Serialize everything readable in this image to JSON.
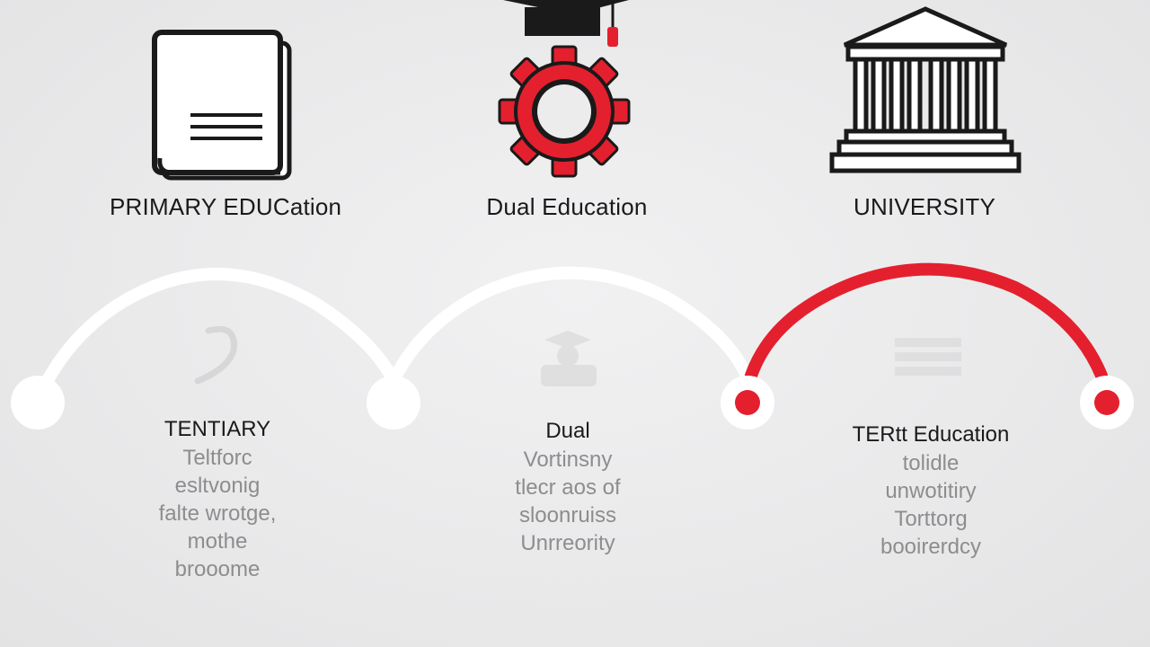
{
  "colors": {
    "accent": "#e4202e",
    "ink": "#1a1a1a",
    "muted": "#8d8d8f",
    "track": "#ffffff",
    "background": "#ececed"
  },
  "stages": [
    {
      "icon": "book-icon",
      "label": "PRIMARY EDUCation"
    },
    {
      "icon": "gear-graduation-cap-icon",
      "label": "Dual Education"
    },
    {
      "icon": "university-building-icon",
      "label": "UNIVERSITY"
    }
  ],
  "timeline": {
    "segments": [
      {
        "color": "white"
      },
      {
        "color": "white"
      },
      {
        "color": "red"
      }
    ],
    "nodes": [
      {
        "state": "inactive"
      },
      {
        "state": "inactive"
      },
      {
        "state": "active"
      },
      {
        "state": "active"
      }
    ]
  },
  "blocks": [
    {
      "title": "TENTIARY",
      "lines": [
        "Teltforc",
        "esltvonig",
        "falte wrotge,",
        "mothe",
        "brooome"
      ]
    },
    {
      "title": "Dual",
      "lines": [
        "Vortinsny",
        "tlecr aos of",
        "sloonruiss",
        "Unrreority"
      ]
    },
    {
      "title": "TERtt Education",
      "lines": [
        "tolidle",
        "unwotitiry",
        "Torttorg",
        "booirerdcy"
      ]
    }
  ]
}
